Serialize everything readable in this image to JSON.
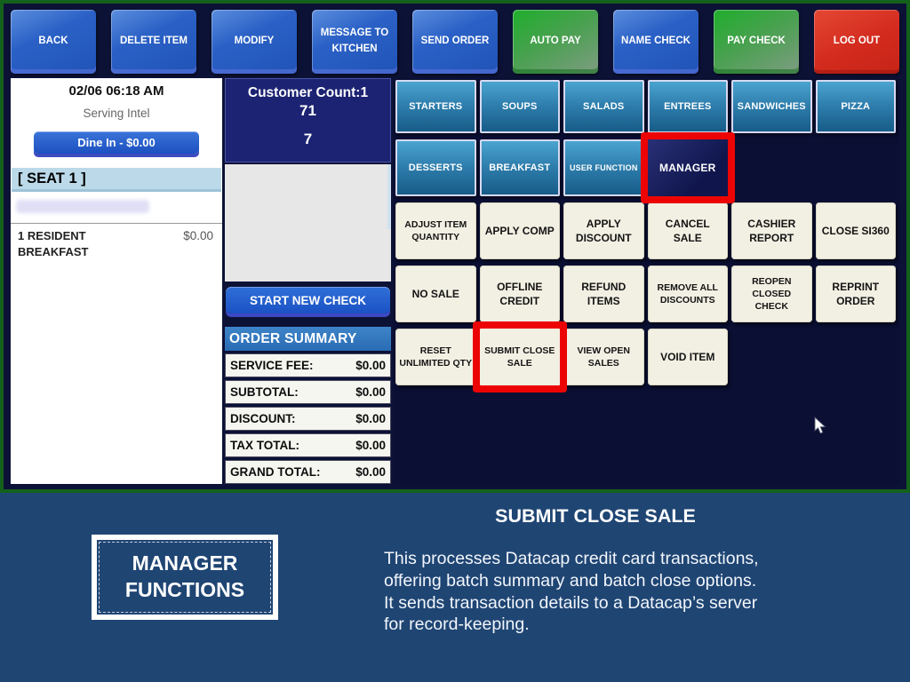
{
  "toolbar": {
    "buttons": [
      {
        "label": "BACK",
        "color": "blue"
      },
      {
        "label": "DELETE ITEM",
        "color": "blue"
      },
      {
        "label": "MODIFY",
        "color": "blue"
      },
      {
        "label": "MESSAGE TO KITCHEN",
        "color": "blue"
      },
      {
        "label": "SEND ORDER",
        "color": "blue"
      },
      {
        "label": "AUTO PAY",
        "color": "green"
      },
      {
        "label": "NAME CHECK",
        "color": "blue"
      },
      {
        "label": "PAY CHECK",
        "color": "green"
      },
      {
        "label": "LOG OUT",
        "color": "red"
      }
    ]
  },
  "receipt": {
    "timestamp": "02/06 06:18 AM",
    "serving_label": "Serving Intel",
    "order_type_button": "Dine In - $0.00",
    "seat_header": "[ SEAT 1 ]",
    "item": {
      "name": "1 RESIDENT",
      "price": "$0.00",
      "detail": "BREAKFAST"
    }
  },
  "check_panel": {
    "customer_count": "Customer Count:1",
    "value_line_1": "71",
    "value_line_2": "7",
    "start_new_check_label": "START NEW CHECK",
    "order_summary": {
      "title": "ORDER SUMMARY",
      "rows": [
        {
          "label": "SERVICE FEE:",
          "value": "$0.00"
        },
        {
          "label": "SUBTOTAL:",
          "value": "$0.00"
        },
        {
          "label": "DISCOUNT:",
          "value": "$0.00"
        },
        {
          "label": "TAX TOTAL:",
          "value": "$0.00"
        },
        {
          "label": "GRAND TOTAL:",
          "value": "$0.00"
        }
      ]
    }
  },
  "grid": {
    "row1": [
      "STARTERS",
      "SOUPS",
      "SALADS",
      "ENTREES",
      "SANDWICHES",
      "PIZZA"
    ],
    "row2": [
      "DESSERTS",
      "BREAKFAST",
      "USER FUNCTION",
      "MANAGER"
    ],
    "row3": [
      "ADJUST ITEM QUANTITY",
      "APPLY COMP",
      "APPLY DISCOUNT",
      "CANCEL SALE",
      "CASHIER REPORT",
      "CLOSE SI360"
    ],
    "row4": [
      "NO SALE",
      "OFFLINE CREDIT",
      "REFUND ITEMS",
      "REMOVE ALL DISCOUNTS",
      "REOPEN CLOSED CHECK",
      "REPRINT ORDER"
    ],
    "row5": [
      "RESET UNLIMITED QTY",
      "SUBMIT CLOSE SALE",
      "VIEW OPEN SALES",
      "VOID ITEM"
    ]
  },
  "caption": {
    "box_label": "MANAGER\nFUNCTIONS",
    "title": "SUBMIT CLOSE SALE",
    "body": "This processes Datacap credit card transactions,\noffering batch summary and batch close options.\nIt sends transaction details to a Datacap’s server\nfor record-keeping."
  },
  "colors": {
    "frame_green": "#14611c",
    "panel_navy": "#0c1236",
    "grid_navy": "#0a0f33",
    "caption_blue": "#1f4573",
    "highlight_red": "#ec0404",
    "toolbar_blue": "#2b61c6",
    "toolbar_green": "#2fae3a",
    "toolbar_red": "#d32b1e",
    "category_blue": "#2d7cab",
    "manager_selected_navy": "#10164c",
    "function_cream": "#f2f0e3",
    "summary_header_blue": "#2e76bc",
    "seat_bar_blue": "#bcd9e9",
    "customer_box_navy": "#1c2372"
  }
}
